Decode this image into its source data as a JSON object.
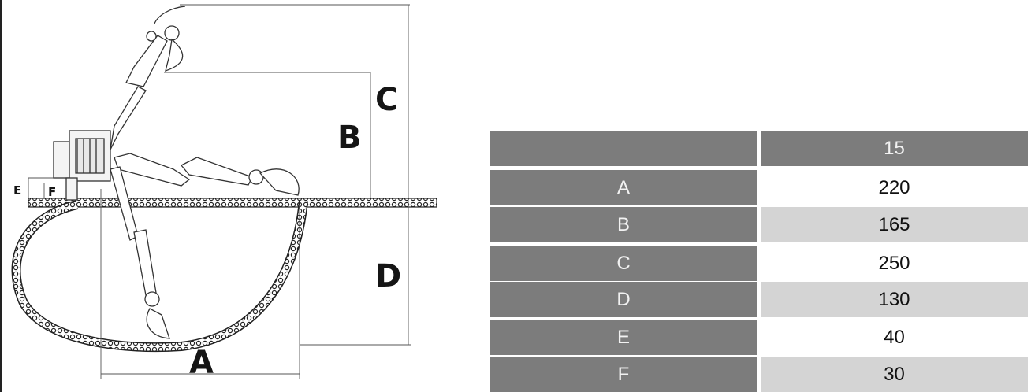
{
  "diagram": {
    "labels": {
      "A": "A",
      "B": "B",
      "C": "C",
      "D": "D",
      "E": "E",
      "F": "F"
    }
  },
  "table": {
    "header": {
      "key": "",
      "value": "15"
    },
    "rows": [
      {
        "key": "A",
        "value": "220",
        "shade": "light"
      },
      {
        "key": "B",
        "value": "165",
        "shade": "shade"
      },
      {
        "key": "C",
        "value": "250",
        "shade": "light"
      },
      {
        "key": "D",
        "value": "130",
        "shade": "shade"
      },
      {
        "key": "E",
        "value": "40",
        "shade": "light"
      },
      {
        "key": "F",
        "value": "30",
        "shade": "shade"
      }
    ]
  },
  "colors": {
    "header_bg": "#7c7c7c",
    "shaded_row": "#d4d4d4",
    "line": "#333333"
  }
}
